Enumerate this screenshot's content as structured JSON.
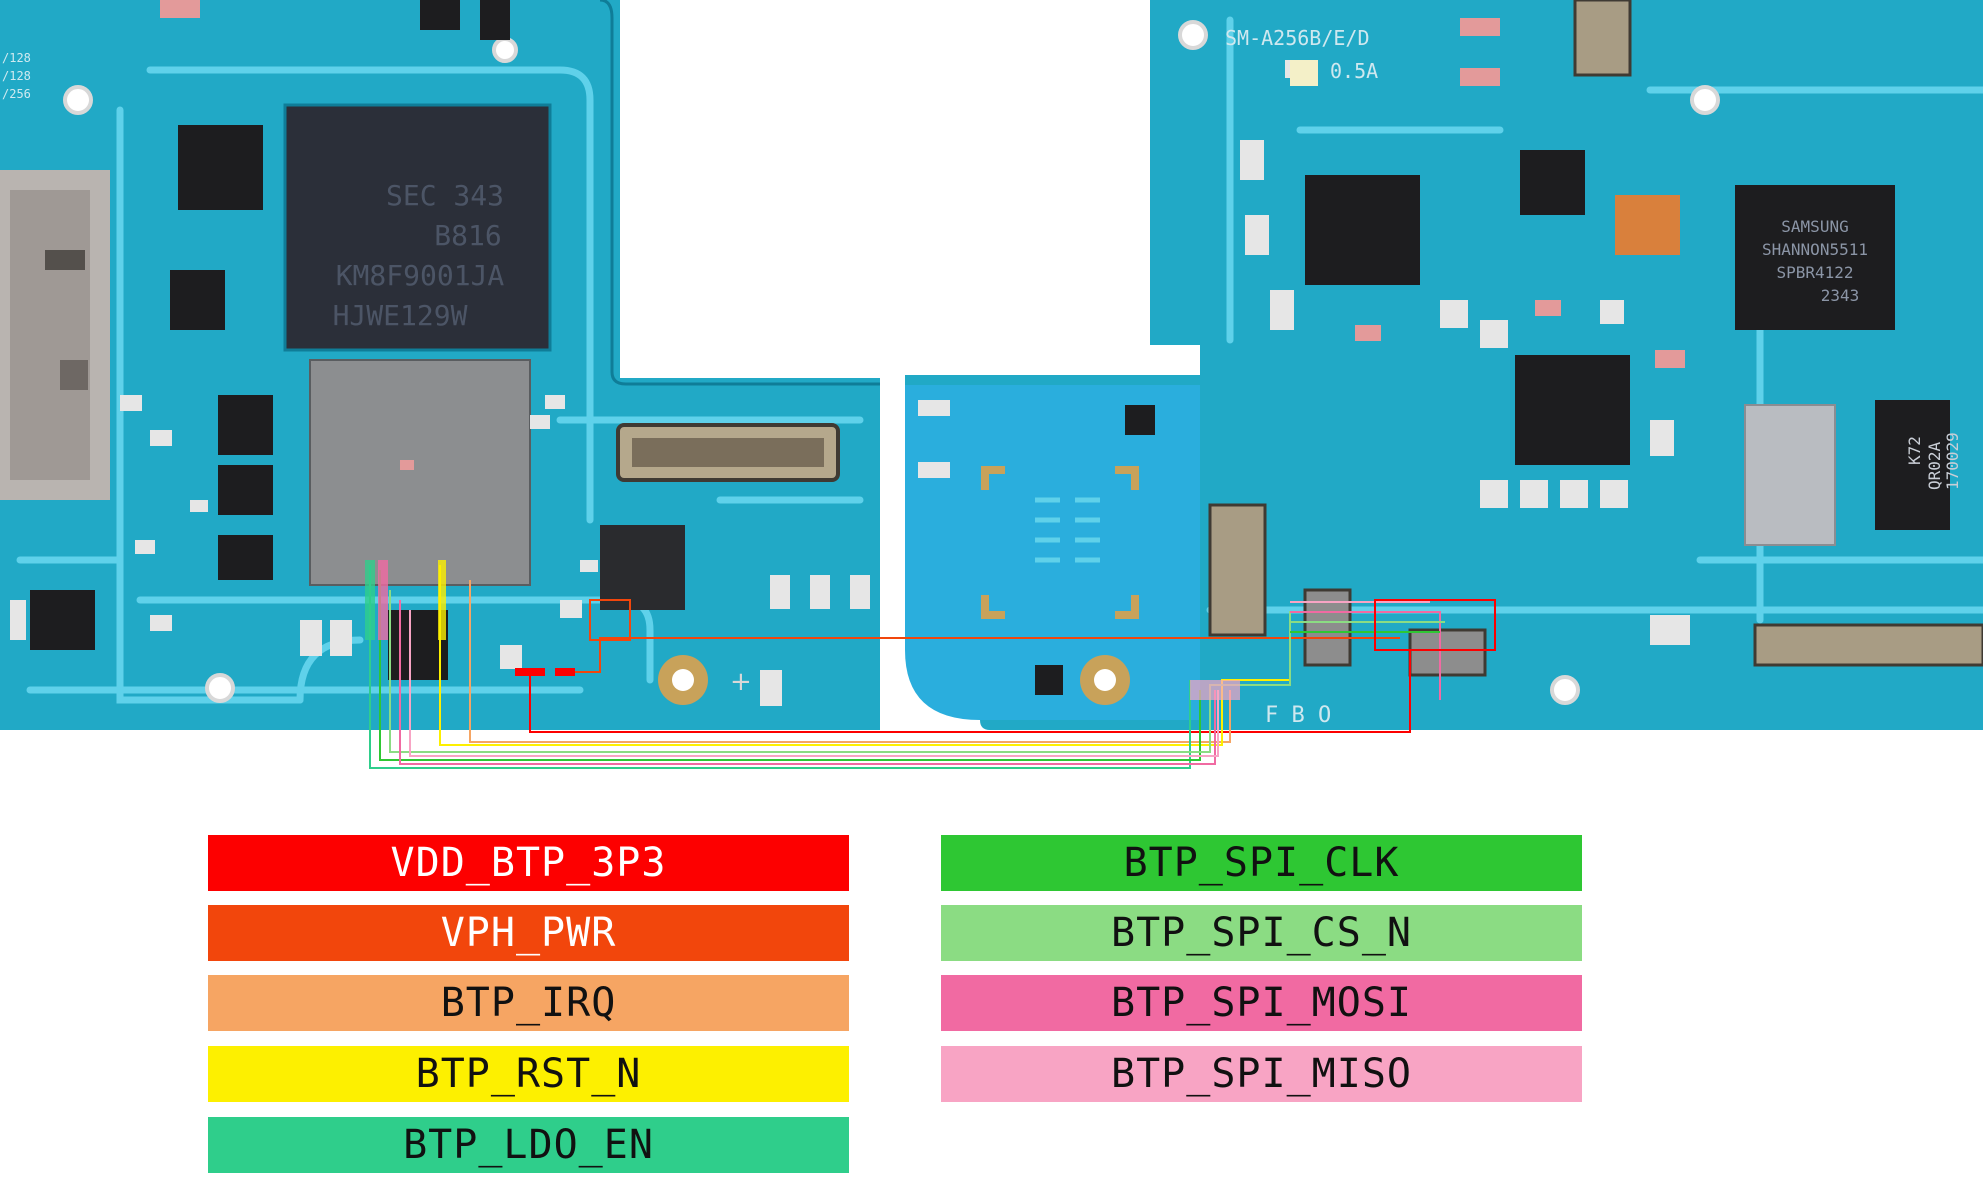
{
  "board": {
    "model_text": "SM-A256B/E/D",
    "rev_text": "0.5A",
    "emmc_lines": [
      "SEC 343",
      "B816",
      "KM8F9001JA",
      "HJWE129W"
    ],
    "modem_lines": [
      "SAMSUNG",
      "SHANNON5511",
      "SPBR4122",
      "2343"
    ],
    "k72_lines": [
      "K72",
      "QR02A",
      "170029"
    ],
    "silk_fbo": "F B O",
    "left_edge_text": [
      "/128",
      "/128",
      "/256"
    ]
  },
  "colors": {
    "board": "#21a9c6",
    "trace": "#5fd1ea",
    "chip": "#1d1d1f",
    "gold": "#c8a25a"
  },
  "legend": {
    "left": [
      {
        "label": "VDD_BTP_3P3",
        "color": "#fd0000",
        "text_color": "#ffffff"
      },
      {
        "label": "VPH_PWR",
        "color": "#f2460c",
        "text_color": "#ffffff"
      },
      {
        "label": "BTP_IRQ",
        "color": "#f6a563",
        "text_color": "#111111"
      },
      {
        "label": "BTP_RST_N",
        "color": "#fdf000",
        "text_color": "#111111"
      },
      {
        "label": "BTP_LDO_EN",
        "color": "#2fce8b",
        "text_color": "#111111"
      }
    ],
    "right": [
      {
        "label": "BTP_SPI_CLK",
        "color": "#2ec733",
        "text_color": "#111111"
      },
      {
        "label": "BTP_SPI_CS_N",
        "color": "#8bdc83",
        "text_color": "#111111"
      },
      {
        "label": "BTP_SPI_MOSI",
        "color": "#f16aa2",
        "text_color": "#111111"
      },
      {
        "label": "BTP_SPI_MISO",
        "color": "#f8a4c4",
        "text_color": "#111111"
      }
    ]
  }
}
